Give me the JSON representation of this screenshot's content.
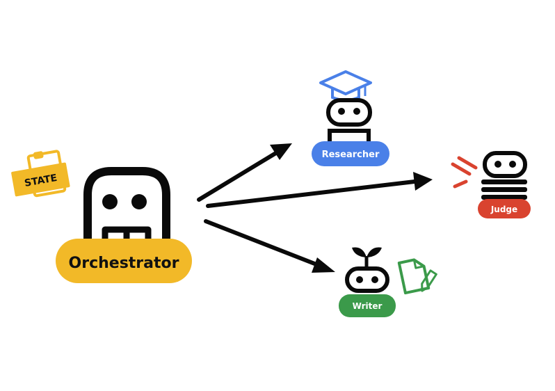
{
  "colors": {
    "orchestrator": "#f2b928",
    "researcher": "#4a80e8",
    "judge": "#d9432f",
    "writer": "#3b9a4a",
    "state_tag": "#f2b928",
    "line": "#0a0a0a",
    "background": "#ffffff"
  },
  "nodes": {
    "orchestrator": {
      "label": "Orchestrator",
      "icon": "robot-icon"
    },
    "researcher": {
      "label": "Researcher",
      "icon": "graduation-cap-icon"
    },
    "judge": {
      "label": "Judge",
      "icon": "sound-lines-icon"
    },
    "writer": {
      "label": "Writer",
      "icon": "sprout-icon"
    }
  },
  "state_tag": {
    "label": "STATE",
    "icon": "clipboard-icon"
  },
  "document_icon": {
    "icon": "document-edit-icon"
  },
  "edges": [
    {
      "from": "orchestrator",
      "to": "researcher"
    },
    {
      "from": "orchestrator",
      "to": "judge"
    },
    {
      "from": "orchestrator",
      "to": "writer"
    }
  ]
}
